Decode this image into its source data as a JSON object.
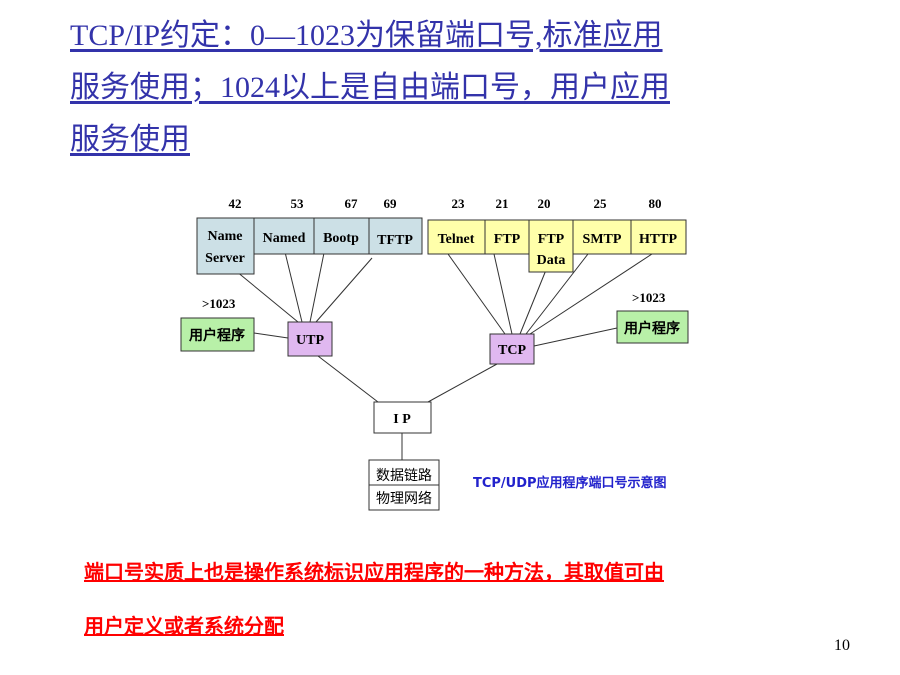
{
  "title": {
    "line1": "TCP/IP约定：0—1023为保留端口号,标准应用",
    "line2": "服务使用；1024以上是自由端口号，用户应用",
    "line3": "服务使用"
  },
  "diagram": {
    "udp_ports": [
      {
        "port": "42",
        "label1": "Name",
        "label2": "Server"
      },
      {
        "port": "53",
        "label1": "Named",
        "label2": ""
      },
      {
        "port": "67",
        "label1": "Bootp",
        "label2": ""
      },
      {
        "port": "69",
        "label1": "TFTP",
        "label2": ""
      }
    ],
    "tcp_ports": [
      {
        "port": "23",
        "label1": "Telnet",
        "label2": ""
      },
      {
        "port": "21",
        "label1": "FTP",
        "label2": ""
      },
      {
        "port": "20",
        "label1": "FTP",
        "label2": "Data"
      },
      {
        "port": "25",
        "label1": "SMTP",
        "label2": ""
      },
      {
        "port": "80",
        "label1": "HTTP",
        "label2": ""
      }
    ],
    "udp_box": "UTP",
    "tcp_box": "TCP",
    "ip_box": "I P",
    "link_layer_line1": "数据链路",
    "link_layer_line2": "物理网络",
    "left_user_port": ">1023",
    "left_user_label": "用户程序",
    "right_user_port": ">1023",
    "right_user_label": "用户程序",
    "caption": "TCP/UDP应用程序端口号示意图",
    "colors": {
      "udp_app_fill": "#cce0e6",
      "tcp_app_fill": "#ffffaa",
      "transport_fill": "#e0b8f0",
      "user_fill": "#b8f0a8",
      "caption_color": "#2222cc"
    }
  },
  "note": {
    "line1": "端口号实质上也是操作系统标识应用程序的一种方法，其取值可由",
    "line2": "用户定义或者系统分配"
  },
  "page_number": "10"
}
